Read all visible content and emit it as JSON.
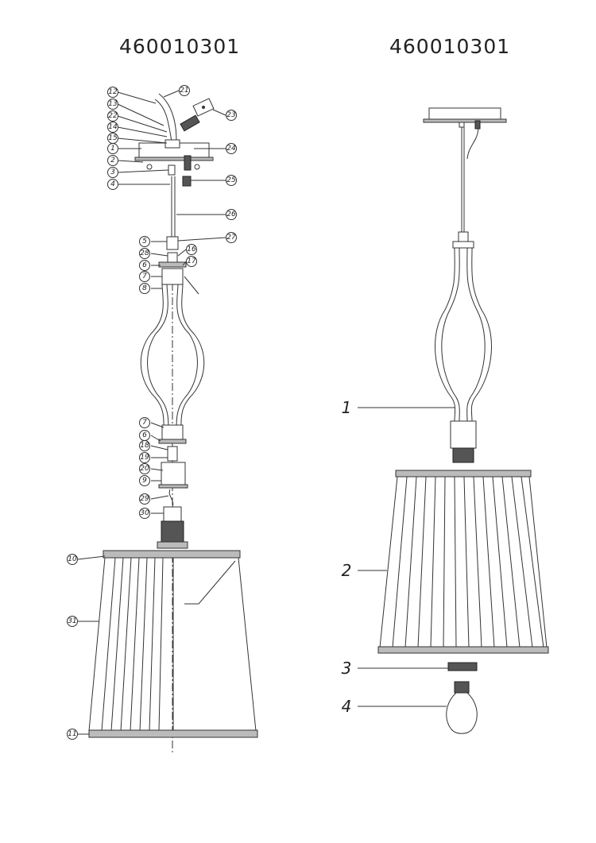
{
  "header": {
    "model_left": "460010301",
    "model_right": "460010301"
  },
  "exploded_view": {
    "callouts": [
      "1",
      "2",
      "3",
      "4",
      "5",
      "6",
      "7",
      "8",
      "9",
      "10",
      "11",
      "12",
      "13",
      "14",
      "15",
      "16",
      "17",
      "18",
      "19",
      "20",
      "21",
      "22",
      "23",
      "24",
      "25",
      "26",
      "27",
      "28",
      "29",
      "30",
      "31",
      "6",
      "7"
    ]
  },
  "assembled_view": {
    "callouts": [
      "1",
      "2",
      "3",
      "4"
    ]
  }
}
